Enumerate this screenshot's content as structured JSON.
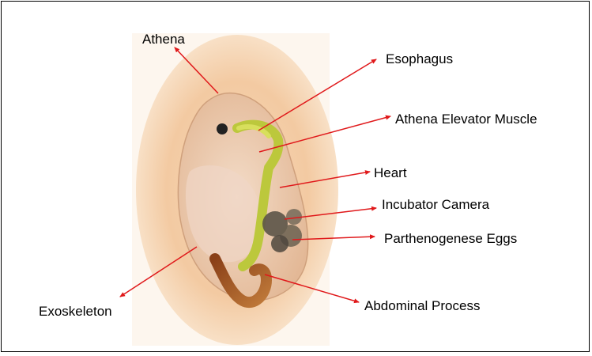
{
  "diagram": {
    "labels": {
      "athena": "Athena",
      "esophagus": "Esophagus",
      "athena_elevator_muscle": "Athena Elevator Muscle",
      "heart": "Heart",
      "incubator_camera": "Incubator Camera",
      "parthenogenese_eggs": "Parthenogenese Eggs",
      "exoskeleton": "Exoskeleton",
      "abdominal_process": "Abdominal Process"
    },
    "colors": {
      "arrow": "#e0191b",
      "background_glow": "#f3caa2",
      "body": "#e9c2a4",
      "gut": "#b9c63a",
      "abdomen": "#a65a25",
      "eggs": "#5c5448",
      "eye": "#222222"
    },
    "icons": [
      "daphnia-specimen-image",
      "arrow-icon"
    ]
  }
}
